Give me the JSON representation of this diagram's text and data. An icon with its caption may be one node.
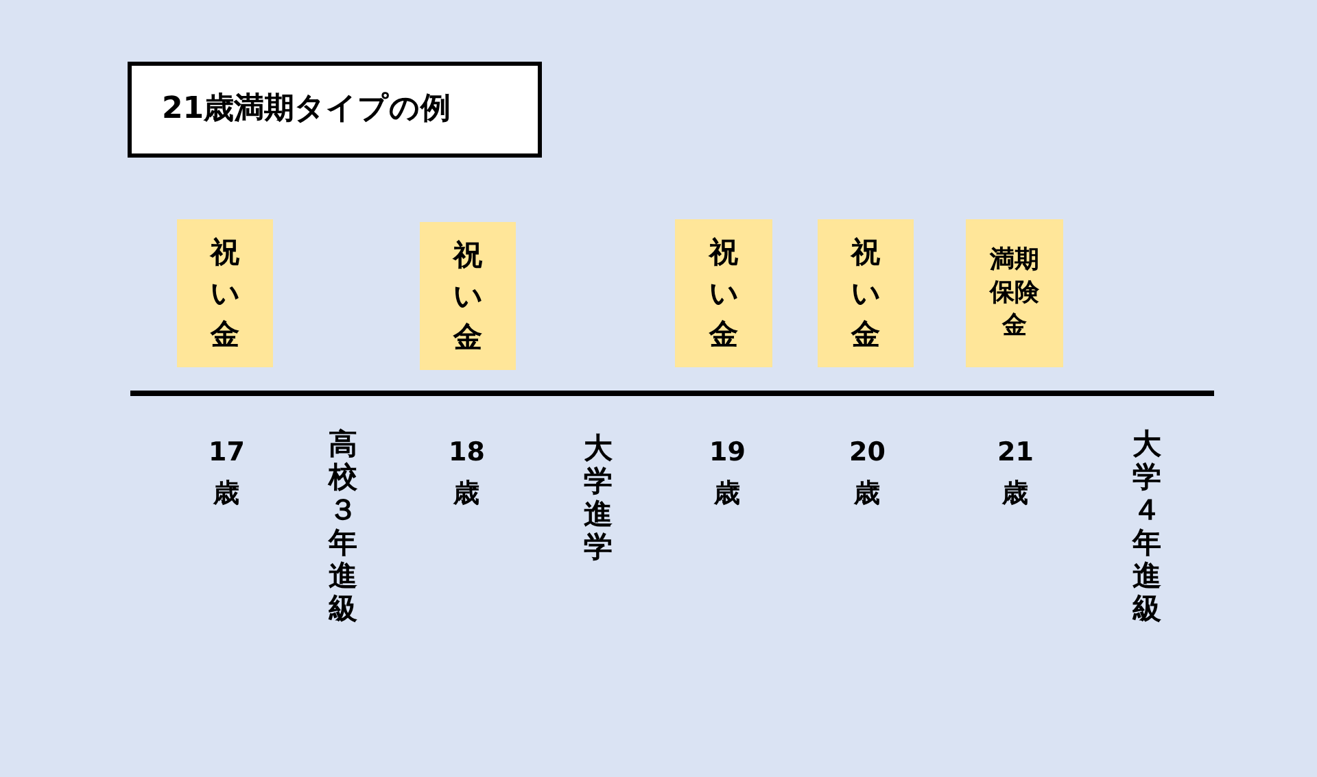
{
  "diagram": {
    "title": "21歳満期タイプの例",
    "nodes": [
      {
        "text": [
          "祝い金"
        ]
      },
      {
        "text": [
          "祝い金"
        ]
      },
      {
        "text": [
          "祝い金"
        ]
      },
      {
        "text": [
          "祝い金"
        ]
      },
      {
        "text": [
          "満期保険金"
        ]
      }
    ],
    "labels": [
      "17歳",
      "高校３年進級",
      "18歳",
      "大学進学",
      "19歳",
      "20歳",
      "21歳",
      "大学４年進級"
    ]
  }
}
